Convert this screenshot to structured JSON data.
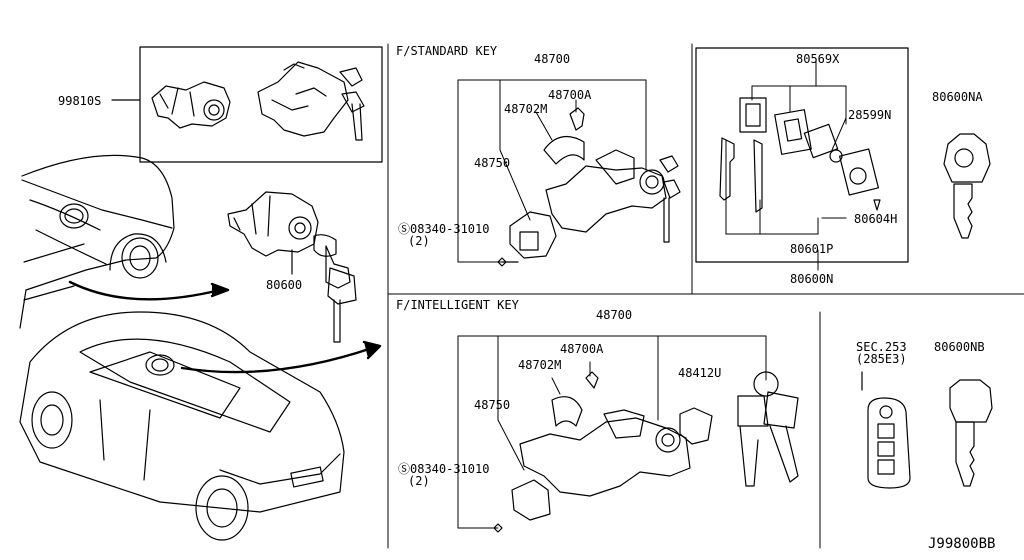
{
  "sections": {
    "standard": "F/STANDARD KEY",
    "intelligent": "F/INTELLIGENT KEY"
  },
  "labels": {
    "kit": "99810S",
    "ignition": "80600",
    "std_48700": "48700",
    "std_48700A": "48700A",
    "std_48702M": "48702M",
    "std_48750": "48750",
    "std_bolt": "08340-31010",
    "std_bolt_qty": "(2)",
    "key_80569X": "80569X",
    "key_28599N": "28599N",
    "key_80604H": "80604H",
    "key_80601P": "80601P",
    "key_80600N": "80600N",
    "key_80600NA": "80600NA",
    "int_48700": "48700",
    "int_48700A": "48700A",
    "int_48702M": "48702M",
    "int_48412U": "48412U",
    "int_48750": "48750",
    "int_bolt": "08340-31010",
    "int_bolt_qty": "(2)",
    "sec253": "SEC.253",
    "sec253_sub": "(285E3)",
    "key_80600NB": "80600NB"
  },
  "diagram_id": "J99800BB"
}
